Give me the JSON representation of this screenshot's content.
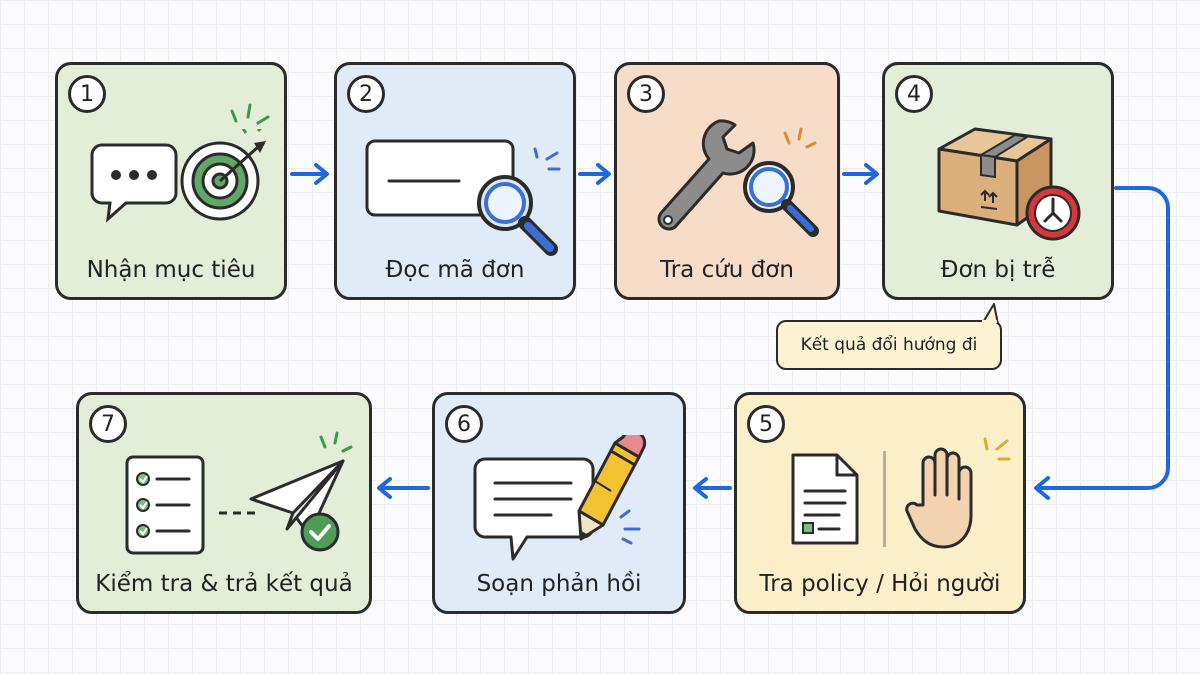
{
  "steps": [
    {
      "number": "1",
      "label": "Nhận mục tiêu"
    },
    {
      "number": "2",
      "label": "Đọc mã đơn"
    },
    {
      "number": "3",
      "label": "Tra cứu đơn"
    },
    {
      "number": "4",
      "label": "Đơn bị trễ"
    },
    {
      "number": "5",
      "label": "Tra policy / Hỏi người"
    },
    {
      "number": "6",
      "label": "Soạn phản hồi"
    },
    {
      "number": "7",
      "label": "Kiểm tra & trả kết quả"
    }
  ],
  "callout": {
    "text": "Kết quả đổi hướng đi"
  },
  "icons": {
    "step1": [
      "speech-bubble-icon",
      "target-icon"
    ],
    "step2": [
      "code-card-icon",
      "magnifier-icon"
    ],
    "step3": [
      "wrench-icon",
      "magnifier-icon"
    ],
    "step4": [
      "box-icon",
      "clock-icon"
    ],
    "step5": [
      "document-icon",
      "hand-icon"
    ],
    "step6": [
      "speech-bubble-icon",
      "pencil-icon"
    ],
    "step7": [
      "checklist-icon",
      "paper-plane-icon",
      "check-badge-icon"
    ]
  },
  "colors": {
    "green": "#e3edd8",
    "blue": "#e1eaf7",
    "orange": "#f7dcc8",
    "yellow": "#fbefc9",
    "arrow": "#1f66e0",
    "outline": "#2b2b2b"
  }
}
